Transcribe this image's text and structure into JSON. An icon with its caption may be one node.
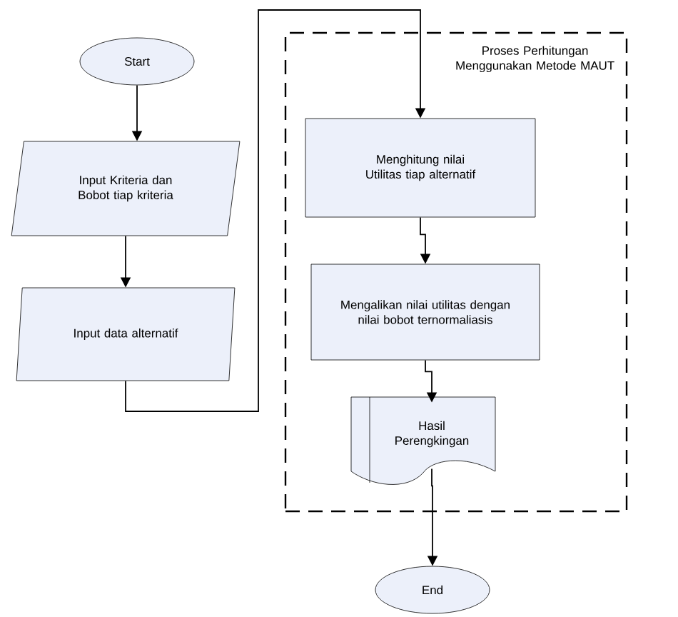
{
  "diagram": {
    "nodes": [
      {
        "text": [
          "Proses Perhitungan Menggunakan Metode MAUT"
        ]
      },
      {
        "text": [
          "Start"
        ]
      },
      {
        "text": [
          "Input Kriteria dan Bobot tiap kriteria"
        ]
      },
      {
        "text": [
          "Input data alternatif"
        ]
      },
      {
        "text": [
          "Menghitung nilai Utilitas tiap alternatif"
        ],
        "in": 0
      },
      {
        "text": [
          "Mengalikan nilai utilitas dengan nilai bobot ternormaliasis"
        ],
        "in": 0
      },
      {
        "text": [
          "Hasil Perengkingan"
        ],
        "in": 0
      },
      {
        "text": [
          "End"
        ]
      }
    ],
    "edges": [
      {
        "from": 1,
        "to": 2,
        "arrow": "to"
      },
      {
        "from": 2,
        "to": 3,
        "arrow": "to"
      },
      {
        "from": 3,
        "to": 4,
        "arrow": "to"
      },
      {
        "from": 4,
        "to": 5,
        "arrow": "to"
      },
      {
        "from": 5,
        "to": 6,
        "arrow": "to"
      },
      {
        "from": 6,
        "to": 7,
        "arrow": "to"
      }
    ]
  }
}
